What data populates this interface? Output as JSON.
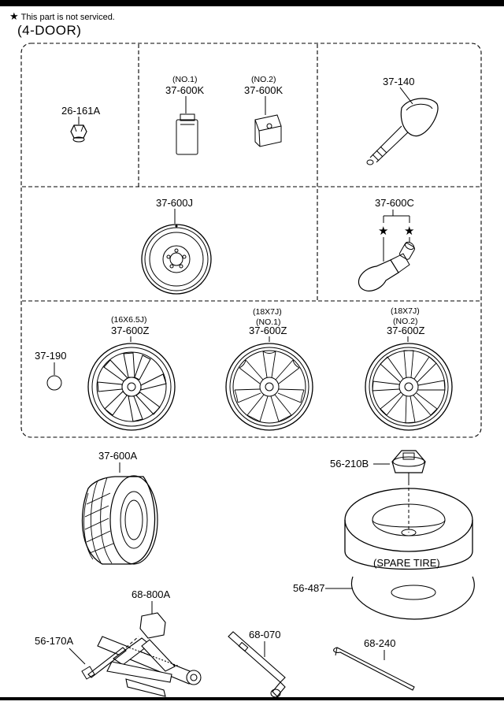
{
  "header": {
    "note_star": "★",
    "note_text": "This part is not serviced.",
    "variant": "(4-DOOR)"
  },
  "parts": {
    "p26_161A": "26-161A",
    "p37_600K_1_sub": "(NO.1)",
    "p37_600K_1": "37-600K",
    "p37_600K_2_sub": "(NO.2)",
    "p37_600K_2": "37-600K",
    "p37_140": "37-140",
    "p37_600J": "37-600J",
    "p37_600C": "37-600C",
    "p37_600C_star": "★",
    "p37_190": "37-190",
    "p37_600Z_1_sub": "(16X6.5J)",
    "p37_600Z_1": "37-600Z",
    "p37_600Z_2_sub1": "(18X7J)",
    "p37_600Z_2_sub2": "(NO.1)",
    "p37_600Z_2": "37-600Z",
    "p37_600Z_3_sub1": "(18X7J)",
    "p37_600Z_3_sub2": "(NO.2)",
    "p37_600Z_3": "37-600Z",
    "p37_600A": "37-600A",
    "p56_210B": "56-210B",
    "p56_487": "56-487",
    "spare_tire": "(SPARE TIRE)",
    "p68_800A": "68-800A",
    "p56_170A": "56-170A",
    "p68_070": "68-070",
    "p68_240": "68-240"
  }
}
